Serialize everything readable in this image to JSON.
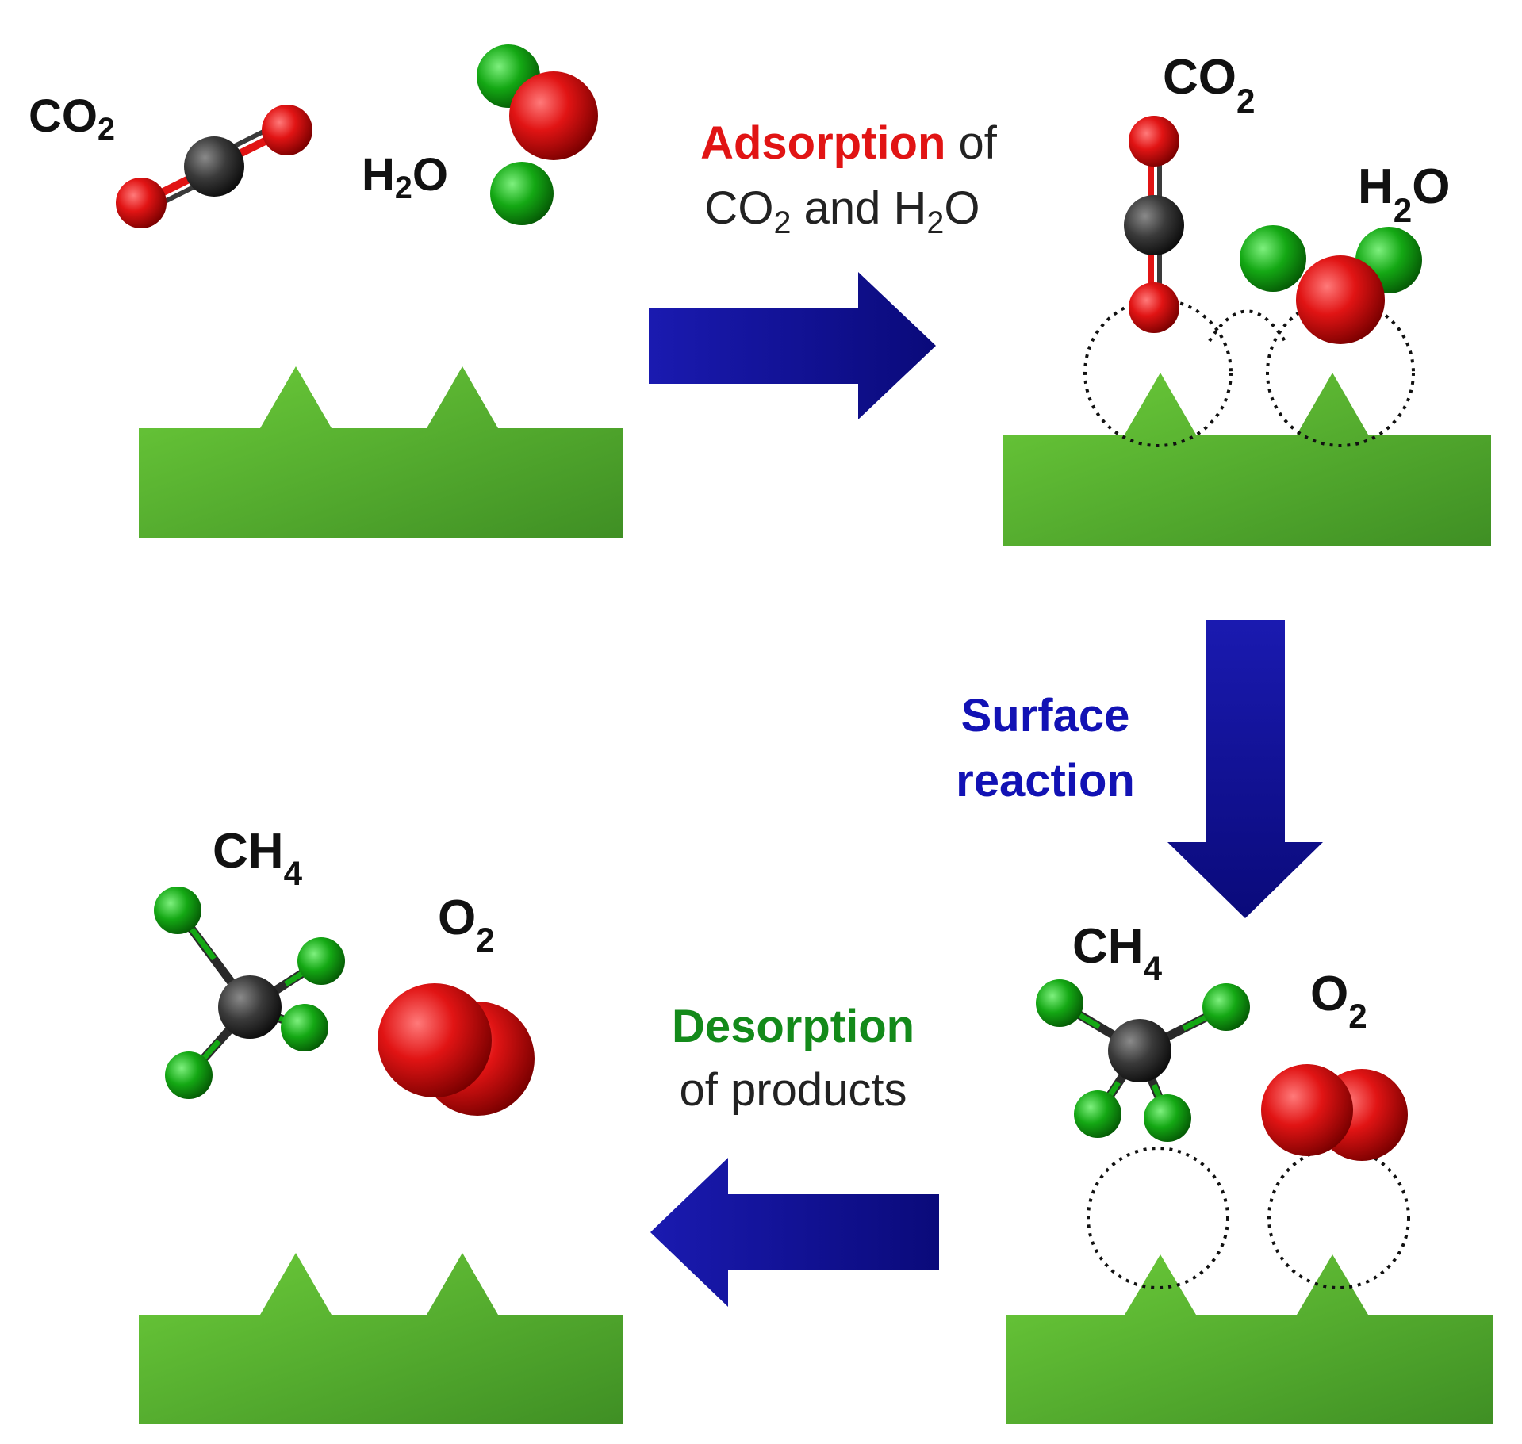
{
  "colors": {
    "oxygen": "#e11414",
    "carbon": "#3a3a3a",
    "hydrogen": "#14a814",
    "surface_light": "#6ccc3a",
    "surface_dark": "#3f8f24",
    "arrow": "#0f0f9e",
    "adsorption": "#e11414",
    "surface_reaction": "#1212b4",
    "desorption": "#138a1a",
    "text": "#111111"
  },
  "labels": {
    "tl_co2": {
      "main": "CO",
      "sub": "2"
    },
    "tl_h2o": {
      "pre": "H",
      "sub": "2",
      "post": "O"
    },
    "tr_co2": {
      "main": "CO",
      "sub": "2"
    },
    "tr_h2o": {
      "pre": "H",
      "sub": "2",
      "post": "O"
    },
    "bl_ch4": {
      "main": "CH",
      "sub": "4"
    },
    "bl_o2": {
      "main": "O",
      "sub": "2"
    },
    "br_ch4": {
      "main": "CH",
      "sub": "4"
    },
    "br_o2": {
      "main": "O",
      "sub": "2"
    }
  },
  "steps": {
    "adsorption": {
      "highlight": "Adsorption",
      "rest": " of",
      "line2_a": "CO",
      "line2_sub1": "2",
      "line2_b": " and H",
      "line2_sub2": "2",
      "line2_c": "O"
    },
    "surface_reaction": {
      "line1": "Surface",
      "line2": "reaction"
    },
    "desorption": {
      "highlight": "Desorption",
      "line2": "of products"
    }
  }
}
